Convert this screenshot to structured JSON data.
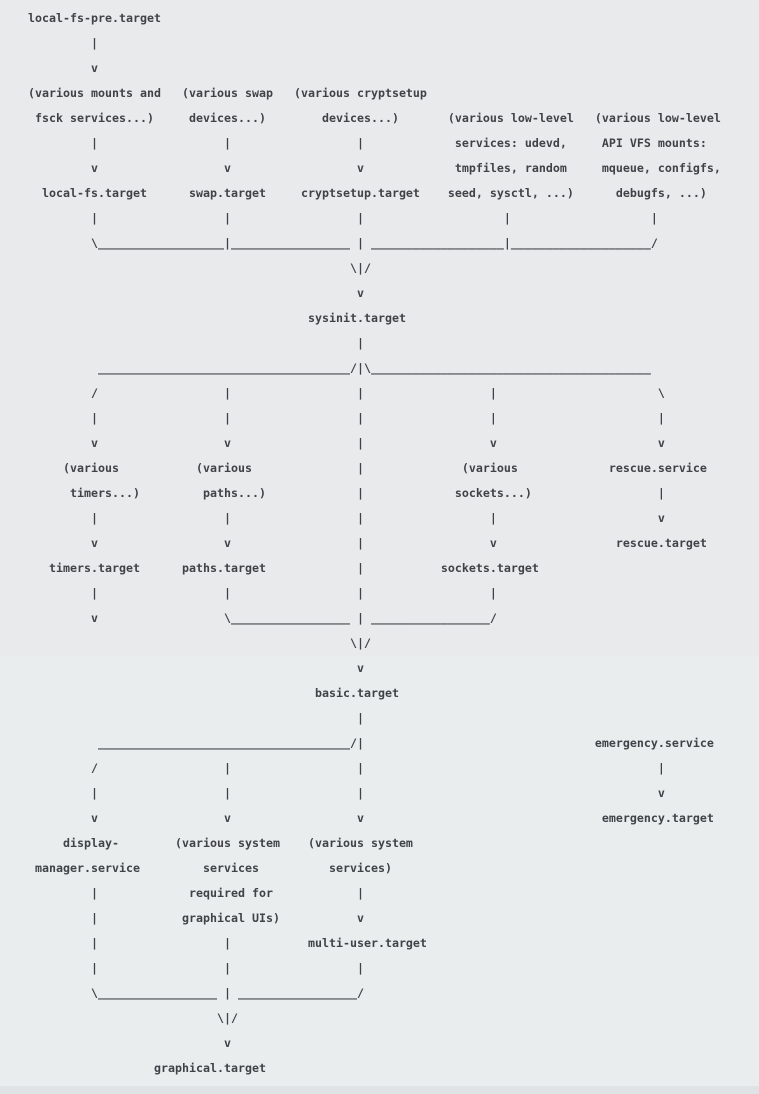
{
  "page": {
    "description": "systemd bootup boot-process dependency diagram (ASCII art)",
    "colors": {
      "background_top": "#e8eaeb",
      "background_bottom": "#eaedee",
      "text": "#3f4347",
      "bottom_edge": "#dfe3e5"
    }
  },
  "diagram": {
    "sections": [
      {
        "name": "sysinit-section",
        "lines": [
          "local-fs-pre.target",
          "         |",
          "         v",
          "(various mounts and   (various swap   (various cryptsetup",
          " fsck services...)     devices...)        devices...)       (various low-level   (various low-level",
          "         |                  |                  |             services: udevd,     API VFS mounts:",
          "         v                  v                  v             tmpfiles, random     mqueue, configfs,",
          "  local-fs.target      swap.target     cryptsetup.target    seed, sysctl, ...)      debugfs, ...)",
          "         |                  |                  |                    |                    |",
          "         \\__________________|_________________ | ___________________|____________________/",
          "                                              \\|/",
          "                                               v",
          "                                        sysinit.target",
          "                                               |",
          "          ____________________________________/|\\________________________________________",
          "         /                  |                  |                  |                       \\",
          "         |                  |                  |                  |                       |",
          "         v                  v                  |                  v                       v",
          "     (various           (various               |              (various             rescue.service",
          "      timers...)         paths...)             |             sockets...)                  |",
          "         |                  |                  |                  |                       v",
          "         v                  v                  |                  v                 rescue.target",
          "   timers.target      paths.target             |           sockets.target",
          "         |                  |                  |                  |",
          "         v                  \\_________________ | _________________/",
          "                                              \\|/"
        ]
      },
      {
        "name": "basic-to-graphical-section",
        "lines": [
          "                                               v",
          "                                         basic.target",
          "                                               |",
          "          ____________________________________/|                                 emergency.service",
          "         /                  |                  |                                          |",
          "         |                  |                  |                                          v",
          "         v                  v                  v                                  emergency.target",
          "     display-        (various system    (various system",
          " manager.service         services          services)",
          "         |             required for            |",
          "         |            graphical UIs)           v",
          "         |                  |           multi-user.target",
          "         |                  |                  |",
          "         \\_________________ | _________________/",
          "                           \\|/",
          "                            v",
          "                  graphical.target"
        ]
      }
    ]
  }
}
